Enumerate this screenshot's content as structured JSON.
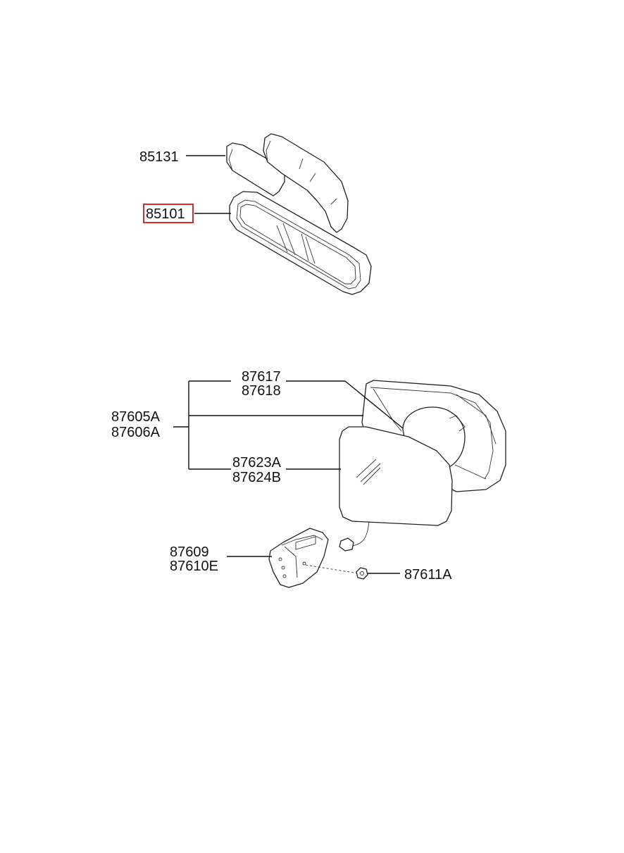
{
  "parts": {
    "p85131": "85131",
    "p85101": "85101",
    "p87617": "87617",
    "p87618": "87618",
    "p87605A": "87605A",
    "p87606A": "87606A",
    "p87623A": "87623A",
    "p87624B": "87624B",
    "p87609": "87609",
    "p87610E": "87610E",
    "p87611A": "87611A"
  },
  "highlight": {
    "part": "85101",
    "color": "#e0282b"
  }
}
